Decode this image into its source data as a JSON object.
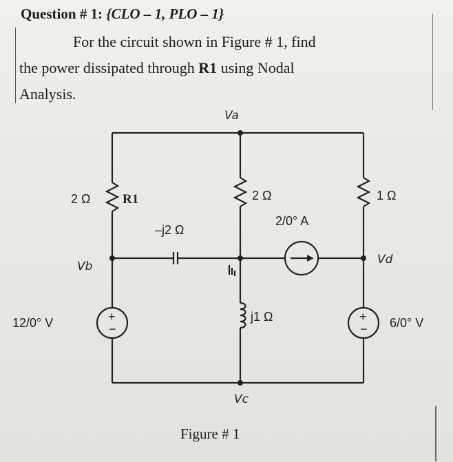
{
  "question": {
    "heading": "Question # 1:",
    "clo": "{CLO – 1, PLO – 1}",
    "line1": "For the circuit shown in Figure # 1, find",
    "line2_pre": "the power dissipated through ",
    "line2_bold": "R1",
    "line2_post": " using Nodal",
    "line3": "Analysis."
  },
  "circuit": {
    "node_va": "Va",
    "node_vb": "Vb",
    "node_vc": "Vc",
    "node_vd": "Vd",
    "left_resistor": "2 Ω",
    "r1_label": "R1",
    "mid_resistor": "2 Ω",
    "right_resistor": "1 Ω",
    "capacitor": "–j2 Ω",
    "inductor": "j1 Ω",
    "current_source": "2/0° A",
    "left_source": "12/0° V",
    "right_source": "6/0° V",
    "plus": "+",
    "minus": "−"
  },
  "figure_caption": "Figure # 1"
}
